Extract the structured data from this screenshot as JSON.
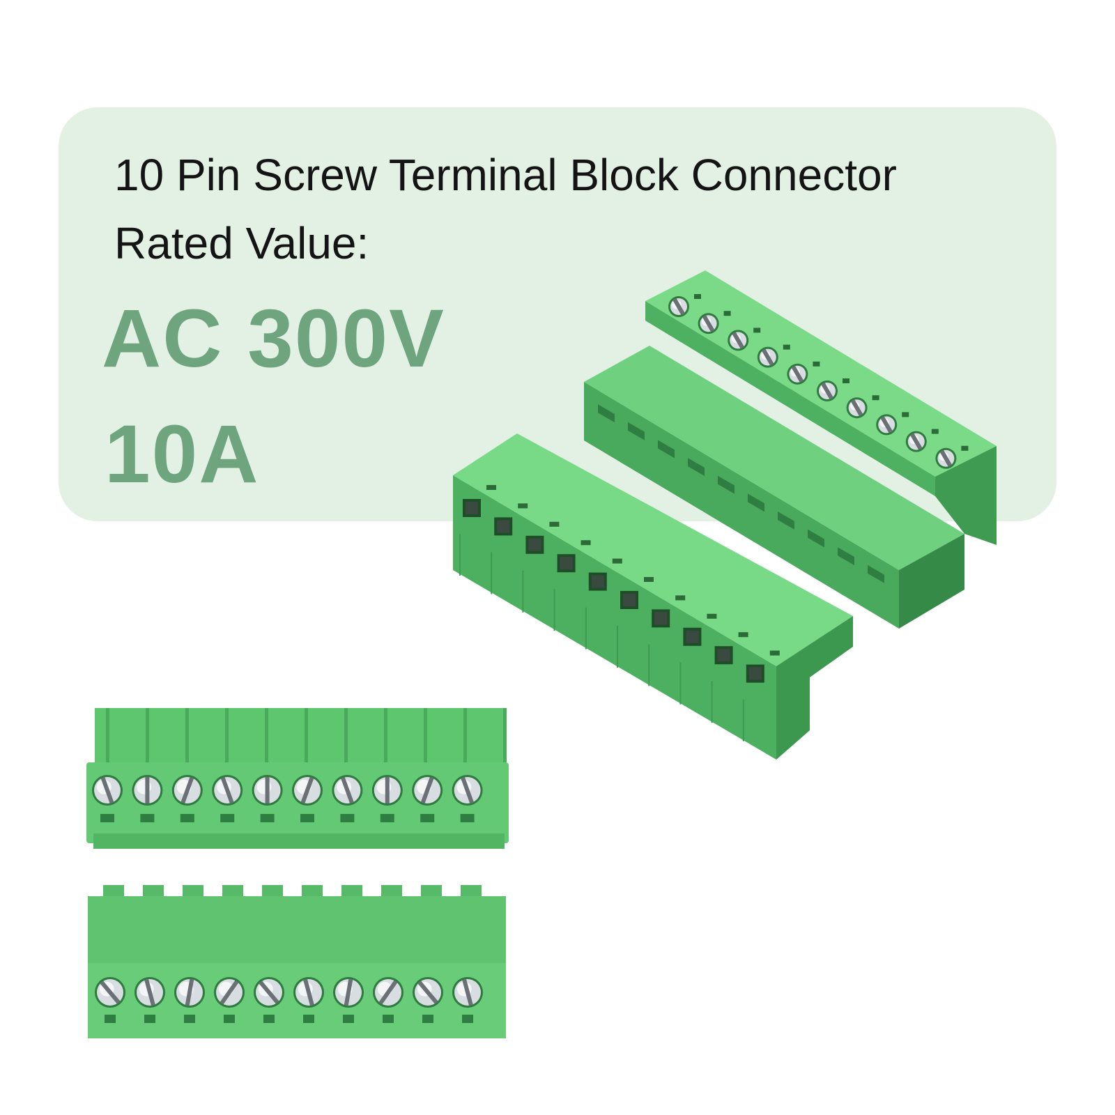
{
  "spec_card": {
    "title": "10 Pin Screw Terminal Block Connector",
    "rated_label": "Rated Value:",
    "voltage": "AC 300V",
    "current": "10A",
    "background": "#e3f1e5",
    "accent": "#6fa57e"
  },
  "product": {
    "body_color": "#5cc46f",
    "pin_count": 10
  }
}
